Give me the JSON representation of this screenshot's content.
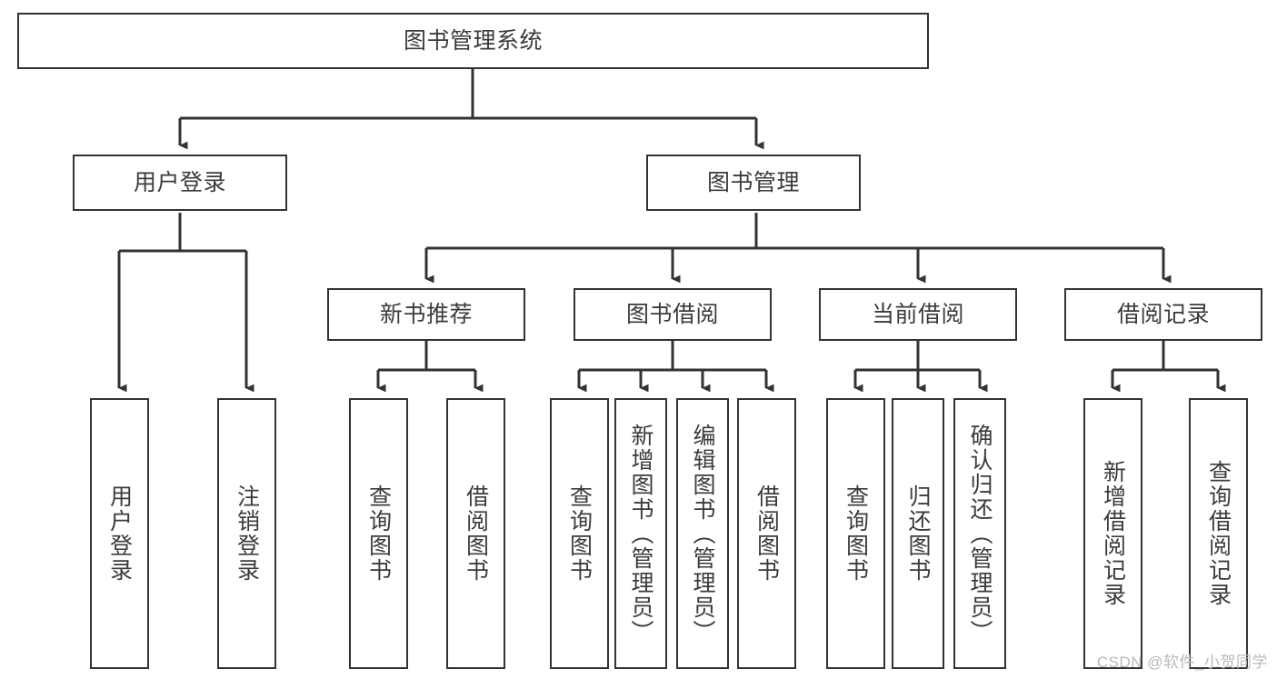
{
  "diagram": {
    "title_node": {
      "label": "图书管理系统"
    },
    "level2": [
      {
        "id": "user-login",
        "label": "用户登录"
      },
      {
        "id": "book-management",
        "label": "图书管理"
      }
    ],
    "level3": [
      {
        "id": "new-book-recommend",
        "label": "新书推荐"
      },
      {
        "id": "book-borrow",
        "label": "图书借阅"
      },
      {
        "id": "current-borrow",
        "label": "当前借阅"
      },
      {
        "id": "borrow-record",
        "label": "借阅记录"
      }
    ],
    "leaves": {
      "user_login": [
        {
          "id": "leaf-user-login",
          "label": "用户登录"
        },
        {
          "id": "leaf-logout-login",
          "label": "注销登录"
        }
      ],
      "new_book_recommend": [
        {
          "id": "leaf-query-book-1",
          "label": "查询图书"
        },
        {
          "id": "leaf-borrow-book-1",
          "label": "借阅图书"
        }
      ],
      "book_borrow": [
        {
          "id": "leaf-query-book-2",
          "label": "查询图书"
        },
        {
          "id": "leaf-add-book",
          "label": "新增图书（管理员）"
        },
        {
          "id": "leaf-edit-book",
          "label": "编辑图书（管理员）"
        },
        {
          "id": "leaf-borrow-book-2",
          "label": "借阅图书"
        }
      ],
      "current_borrow": [
        {
          "id": "leaf-query-book-3",
          "label": "查询图书"
        },
        {
          "id": "leaf-return-book",
          "label": "归还图书"
        },
        {
          "id": "leaf-confirm-return",
          "label": "确认归还（管理员）"
        }
      ],
      "borrow_record": [
        {
          "id": "leaf-add-record",
          "label": "新增借阅记录"
        },
        {
          "id": "leaf-query-record",
          "label": "查询借阅记录"
        }
      ]
    },
    "watermark": "CSDN @软件_小贺同学",
    "colors": {
      "border": "#333333",
      "text": "#3b3b3b",
      "background": "#ffffff",
      "watermark": "#b9b9b9"
    }
  }
}
